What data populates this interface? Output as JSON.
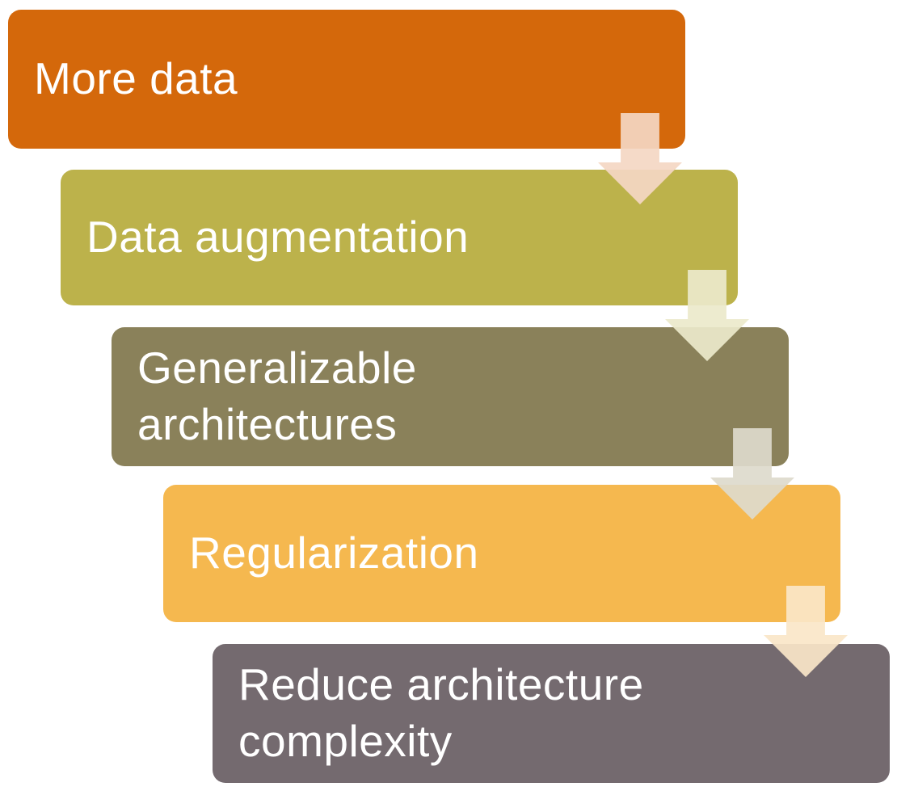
{
  "diagram": {
    "type": "step-down-process",
    "background": "#FFFFFF",
    "text_color": "#FFFFFF",
    "steps": [
      {
        "label": "More data",
        "color": "#D4680B",
        "arrow_color": "#F4D7C3"
      },
      {
        "label": "Data augmentation",
        "color": "#BCB24B",
        "arrow_color": "#ECE9CB"
      },
      {
        "label": "Generalizable architectures",
        "color": "#8A815A",
        "arrow_color": "#DDDACC"
      },
      {
        "label": "Regularization",
        "color": "#F5B84F",
        "arrow_color": "#FAE6C8"
      },
      {
        "label": "Reduce architecture complexity",
        "color": "#746A6F"
      }
    ]
  }
}
